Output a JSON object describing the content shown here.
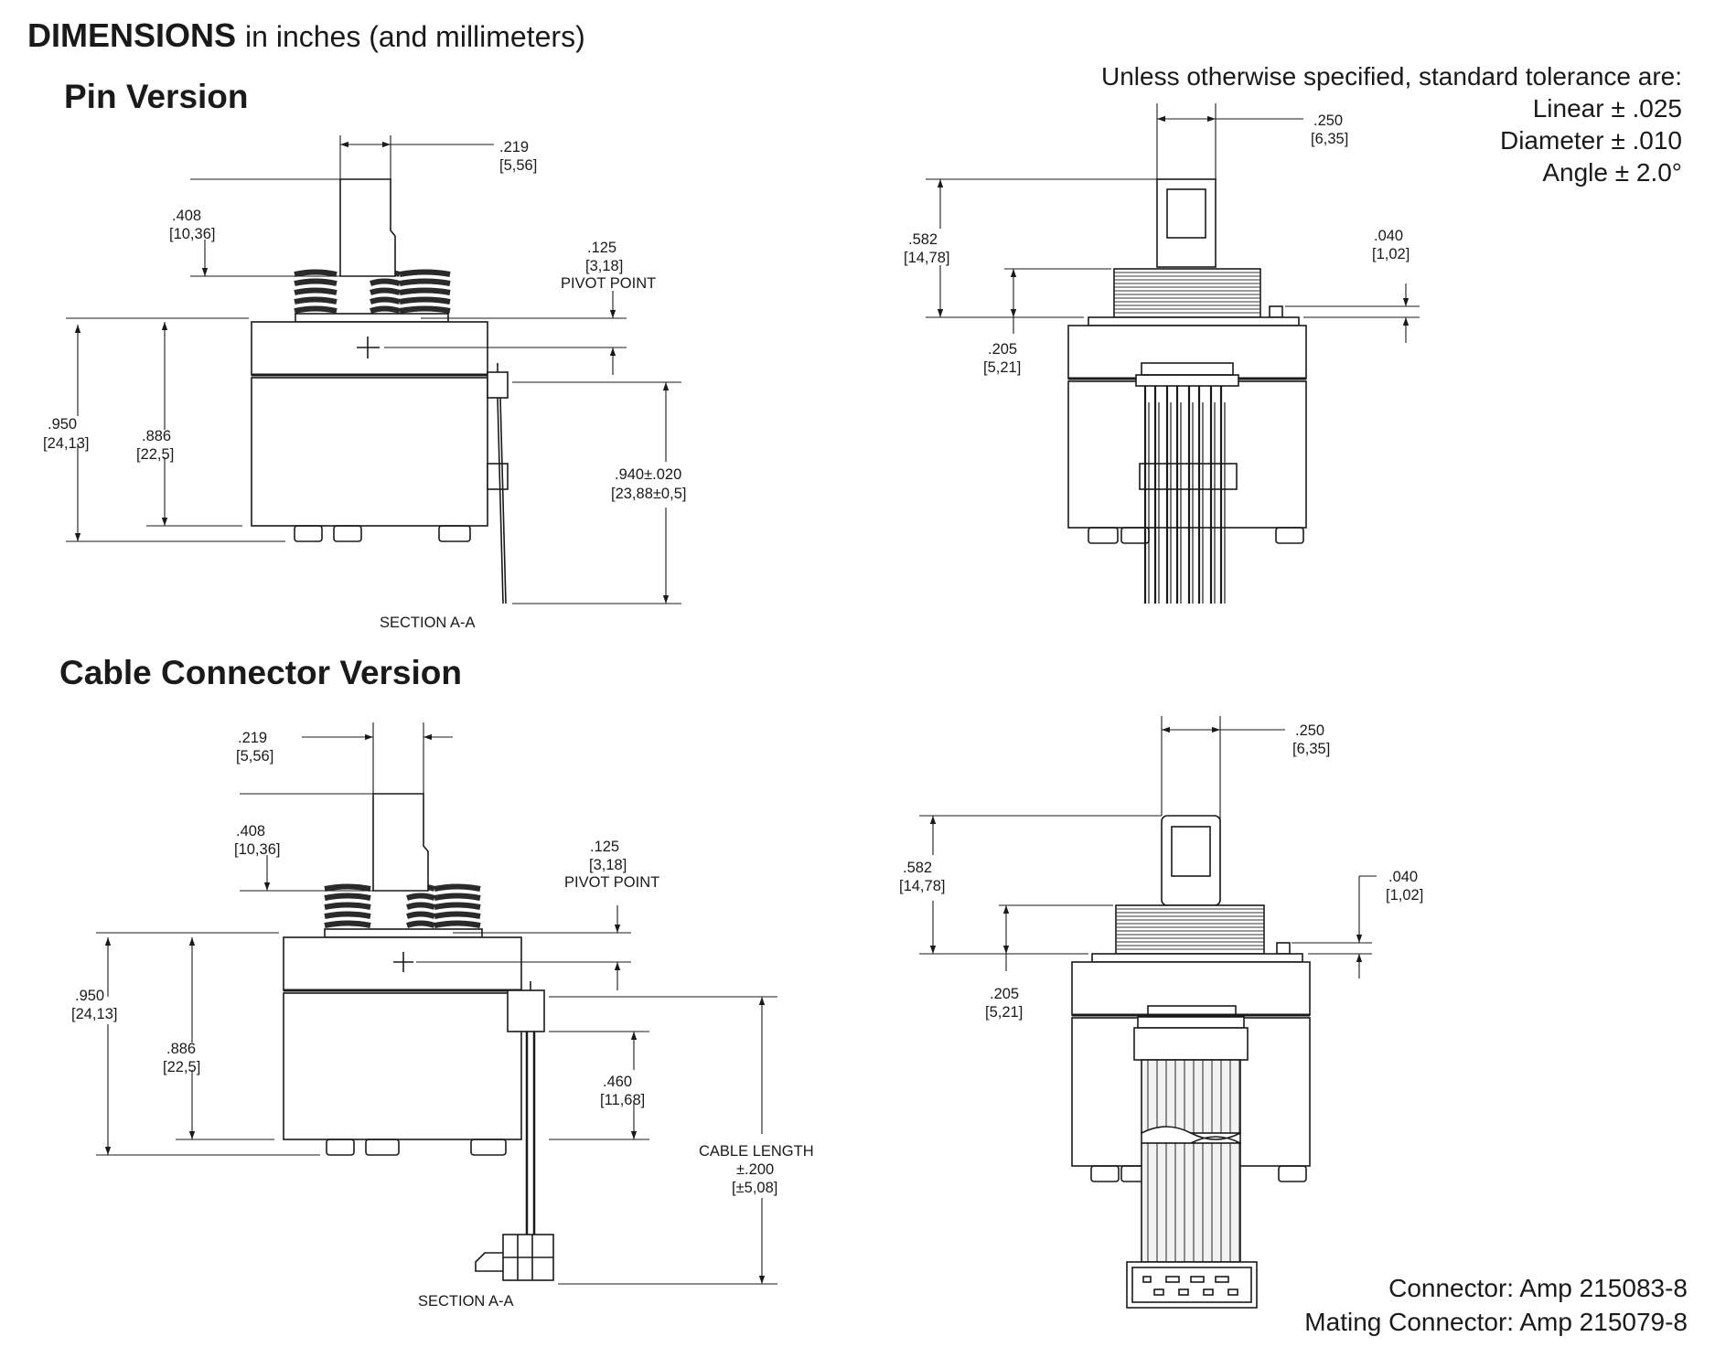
{
  "title": {
    "bold": "DIMENSIONS",
    "rest": "in inches (and millimeters)"
  },
  "sections": {
    "pin": "Pin Version",
    "cable": "Cable Connector Version"
  },
  "tolerance": [
    "Unless otherwise specified, standard tolerance are:",
    "Linear ± .025",
    "Diameter ± .010",
    "Angle ± 2.0°"
  ],
  "connector": {
    "connector": "Connector: Amp 215083-8",
    "mating": "Mating Connector: Amp 215079-8"
  },
  "pin_side": {
    "shaft_w": [
      ".219",
      "[5,56]"
    ],
    "shaft_h": [
      ".408",
      "[10,36]"
    ],
    "pivot": [
      ".125",
      "[3,18]",
      "PIVOT POINT"
    ],
    "h950": [
      ".950",
      "[24,13]"
    ],
    "h886": [
      ".886",
      "[22,5]"
    ],
    "h940": [
      ".940±.020",
      "[23,88±0,5]"
    ],
    "section": "SECTION  A-A"
  },
  "pin_front": {
    "shaft_w": [
      ".250",
      "[6,35]"
    ],
    "h582": [
      ".582",
      "[14,78]"
    ],
    "h205": [
      ".205",
      "[5,21]"
    ],
    "h040": [
      ".040",
      "[1,02]"
    ]
  },
  "cable_side": {
    "shaft_w": [
      ".219",
      "[5,56]"
    ],
    "shaft_h": [
      ".408",
      "[10,36]"
    ],
    "pivot": [
      ".125",
      "[3,18]",
      "PIVOT POINT"
    ],
    "h950": [
      ".950",
      "[24,13]"
    ],
    "h886": [
      ".886",
      "[22,5]"
    ],
    "h460": [
      ".460",
      "[11,68]"
    ],
    "cable_len": [
      "CABLE LENGTH",
      "±.200",
      "[±5,08]"
    ],
    "section": "SECTION  A-A"
  },
  "cable_front": {
    "shaft_w": [
      ".250",
      "[6,35]"
    ],
    "h582": [
      ".582",
      "[14,78]"
    ],
    "h205": [
      ".205",
      "[5,21]"
    ],
    "h040": [
      ".040",
      "[1,02]"
    ]
  }
}
